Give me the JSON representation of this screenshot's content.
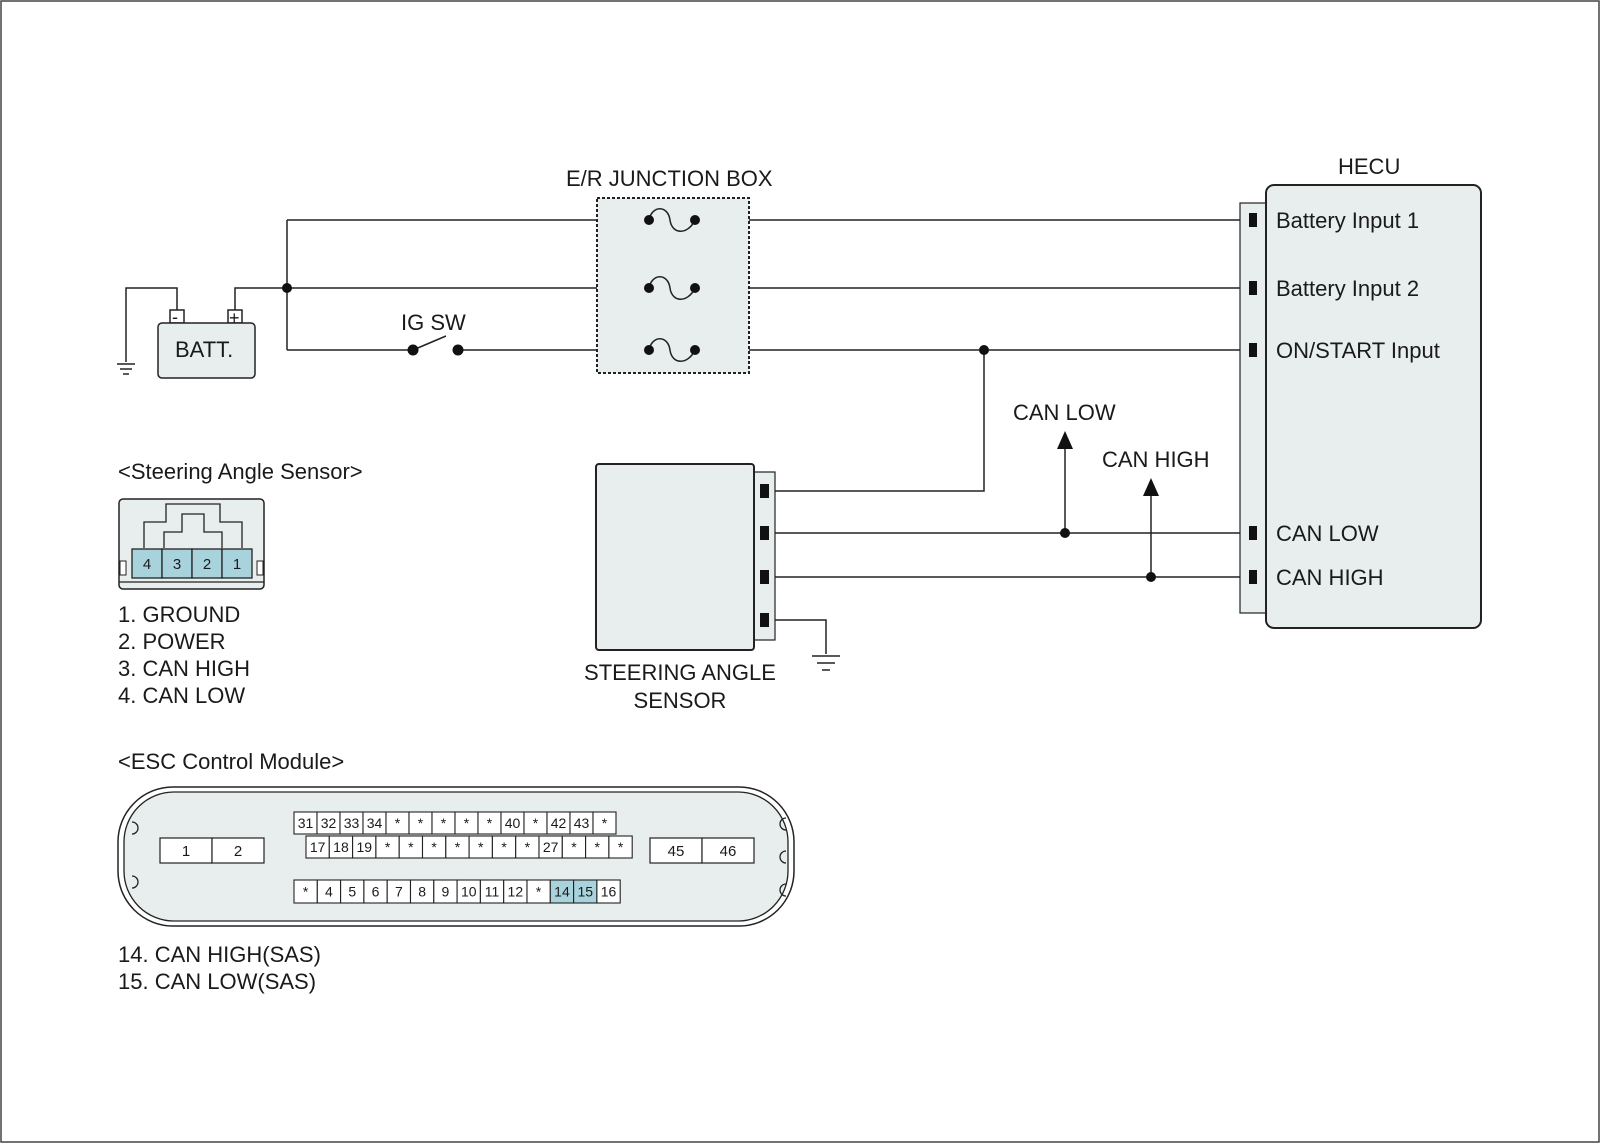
{
  "junction_box": {
    "title": "E/R JUNCTION BOX"
  },
  "hecu": {
    "title": "HECU",
    "pins": [
      "Battery Input 1",
      "Battery Input 2",
      "ON/START Input",
      "CAN LOW",
      "CAN HIGH"
    ]
  },
  "battery": {
    "label": "BATT.",
    "minus": "-",
    "plus": "+"
  },
  "ig_switch": {
    "label": "IG SW"
  },
  "bus_arrows": {
    "can_low": "CAN LOW",
    "can_high": "CAN HIGH"
  },
  "sensor_block": {
    "label_line1": "STEERING ANGLE",
    "label_line2": "SENSOR"
  },
  "sas_connector": {
    "title": "<Steering Angle Sensor>",
    "pins": [
      "4",
      "3",
      "2",
      "1"
    ],
    "legend": [
      "1. GROUND",
      "2. POWER",
      "3. CAN HIGH",
      "4. CAN LOW"
    ]
  },
  "esc_connector": {
    "title": "<ESC Control Module>",
    "left_pins": [
      "1",
      "2"
    ],
    "right_pins": [
      "45",
      "46"
    ],
    "row_top": [
      "31",
      "32",
      "33",
      "34",
      "*",
      "*",
      "*",
      "*",
      "*",
      "40",
      "*",
      "42",
      "43",
      "*"
    ],
    "row_mid": [
      "17",
      "18",
      "19",
      "*",
      "*",
      "*",
      "*",
      "*",
      "*",
      "*",
      "27",
      "*",
      "*",
      "*"
    ],
    "row_bot": [
      "*",
      "4",
      "5",
      "6",
      "7",
      "8",
      "9",
      "10",
      "11",
      "12",
      "*",
      "14",
      "15",
      "16"
    ],
    "highlighted_pins": [
      "14",
      "15"
    ],
    "legend": [
      "14. CAN HIGH(SAS)",
      "15. CAN LOW(SAS)"
    ]
  },
  "colors": {
    "highlight": "#a8d3dc",
    "box_fill": "#e8eeee",
    "line": "#222222"
  }
}
